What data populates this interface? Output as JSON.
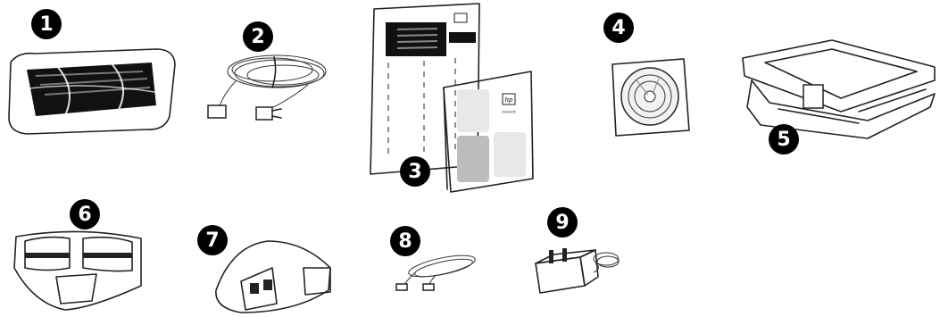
{
  "items": [
    {
      "number": "1",
      "name": "toner cartridge"
    },
    {
      "number": "2",
      "name": "power cord"
    },
    {
      "number": "3",
      "name": "documentation"
    },
    {
      "number": "4",
      "name": "cd"
    },
    {
      "number": "5",
      "name": "paper tray"
    },
    {
      "number": "6",
      "name": "output tray"
    },
    {
      "number": "7",
      "name": "print server"
    },
    {
      "number": "8",
      "name": "cable"
    },
    {
      "number": "9",
      "name": "power adapter"
    }
  ],
  "brand_logo_text": "hp",
  "brand_subtext": "invent"
}
